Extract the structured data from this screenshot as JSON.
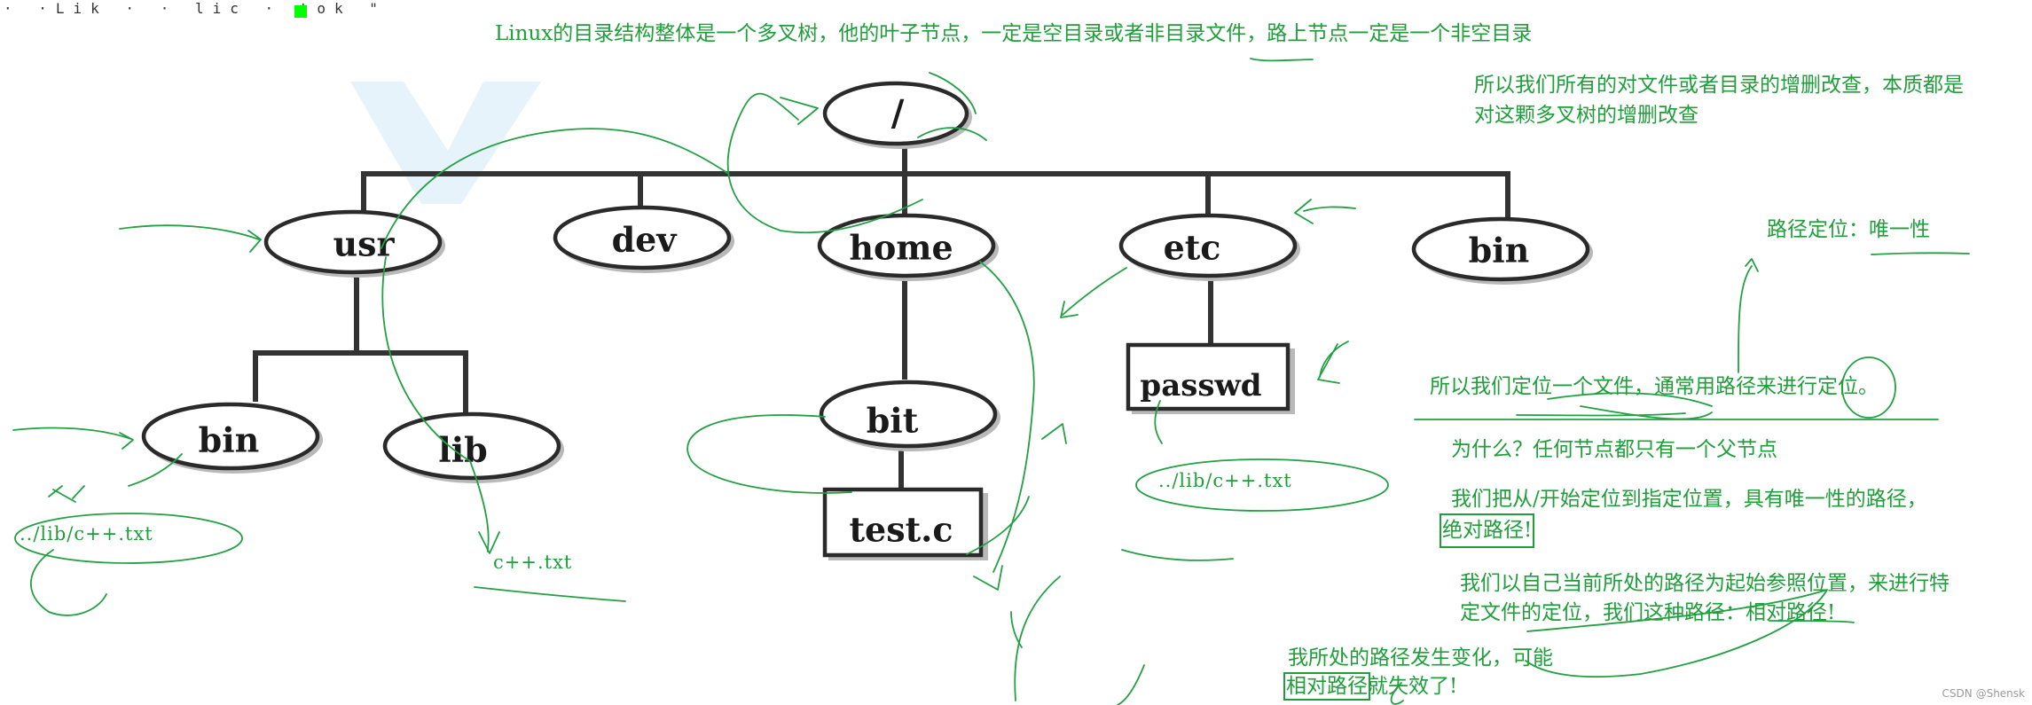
{
  "tree": {
    "root": "/",
    "level1": [
      "usr",
      "dev",
      "home",
      "etc",
      "bin"
    ],
    "usr_children": [
      "bin",
      "lib"
    ],
    "home_children": [
      "bit"
    ],
    "bit_children": [
      "test.c"
    ],
    "etc_children": [
      "passwd"
    ]
  },
  "annotations": {
    "top_note": "Linux的目录结构整体是一个多叉树，他的叶子节点，一定是空目录或者非目录文件，路上节点一定是一个非空目录",
    "crud_line1": "所以我们所有的对文件或者目录的增删改查，本质都是",
    "crud_line2": "对这颗多叉树的增删改查",
    "path_unique": "路径定位：唯一性",
    "locate": "所以我们定位一个文件，通常用路径来进行定位。",
    "why": "为什么？任何节点都只有一个父节点",
    "abs_line1": "我们把从/开始定位到指定位置，具有唯一性的路径，",
    "abs_label": "绝对路径!",
    "rel_line1": "我们以自己当前所处的路径为起始参照位置，来进行特",
    "rel_line2": "定文件的定位，我们这种路径：相对路径!",
    "change_line1": "我所处的路径发生变化，可能",
    "change_boxed": "相对路径",
    "change_rest": "就失效了!",
    "rel_example_left": "../lib/c++.txt",
    "file_lib": "c++.txt",
    "rel_example_right": "../lib/c++.txt"
  },
  "terminal": {
    "text": "· ·Lik · · lic · tok \""
  },
  "watermark": "CSDN @Shensk",
  "colors": {
    "ink": "#1f9e3a",
    "node_stroke": "#2a2a2a",
    "cursor": "#00ff00"
  }
}
